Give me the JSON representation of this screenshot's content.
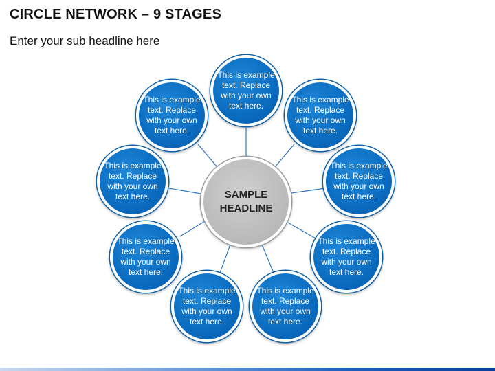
{
  "header": {
    "title": "CIRCLE NETWORK – 9 STAGES",
    "subtitle": "Enter your sub headline here"
  },
  "center": {
    "line1": "SAMPLE",
    "line2": "HEADLINE"
  },
  "stages": [
    "This is example text. Replace with your own text here.",
    "This is example text. Replace with your own text here.",
    "This is example text. Replace with your own text here.",
    "This is example text. Replace with your own text here.",
    "This is example text. Replace with your own text here.",
    "This is example text. Replace with your own text here.",
    "This is example text. Replace with your own text here.",
    "This is example text. Replace with your own text here.",
    "This is example text. Replace with your own text here."
  ],
  "colors": {
    "stage_fill": "#0b6cc0",
    "center_fill": "#bdbdbd",
    "connector": "#2f78c4"
  }
}
